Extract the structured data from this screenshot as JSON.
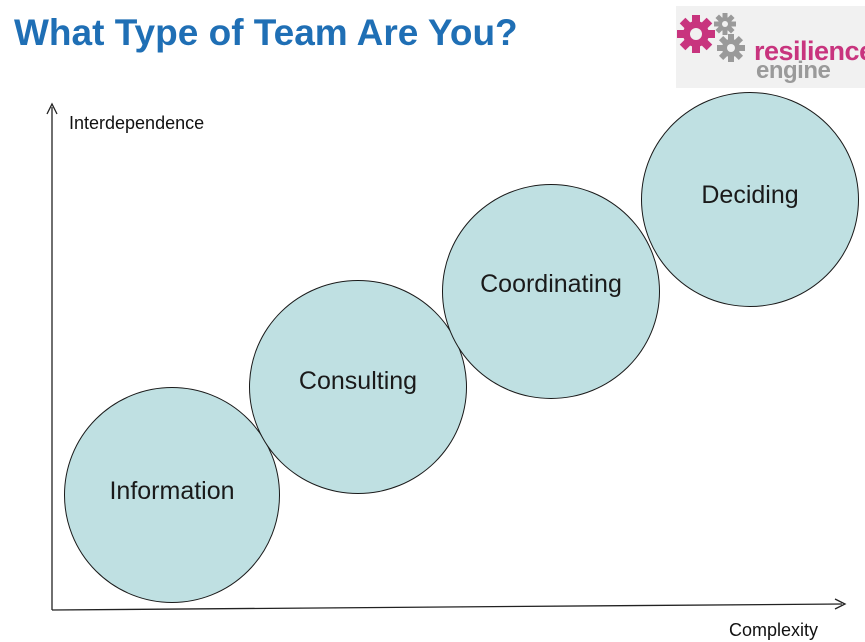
{
  "title": "What Type of Team Are You?",
  "logo": {
    "word1": "resilience",
    "word2": "engine",
    "colors": {
      "pink": "#c8347e",
      "grey": "#9a9a9a"
    }
  },
  "axes": {
    "y_label": "Interdependence",
    "x_label": "Complexity"
  },
  "team_types": [
    {
      "label": "Information"
    },
    {
      "label": "Consulting"
    },
    {
      "label": "Coordinating"
    },
    {
      "label": "Deciding"
    }
  ],
  "colors": {
    "title": "#1f6fb5",
    "circle_fill": "#bfe0e2",
    "circle_stroke": "#1a1a1a"
  }
}
